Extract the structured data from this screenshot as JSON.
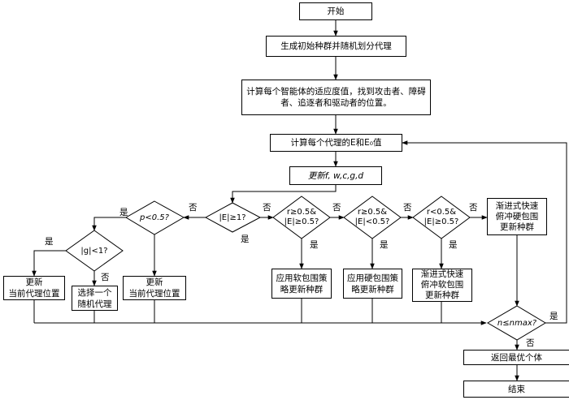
{
  "nodes": {
    "start": "开始",
    "init": "生成初始种群并随机划分代理",
    "fitness": "计算每个智能体的适应度值，找到攻击者、障碍者、追逐者和驱动者的位置。",
    "compute_e": "计算每个代理的E和E₀值",
    "update_params": "更新f, w,c,g,d",
    "cond_e": "|E|≥1?",
    "cond_p": "p<0.5?",
    "cond_g": "|g|<1?",
    "cond_r1": "r≥0.5&\n|E|≥0.5?",
    "cond_r2": "r≥0.5&\n|E|<0.5?",
    "cond_r3": "r<0.5&\n|E|≥0.5?",
    "update_current": "更新\n当前代理位置",
    "select_random": "选择一个\n随机代理",
    "update_agent": "更新\n当前代理位置",
    "soft_besiege": "应用软包围策\n略更新种群",
    "hard_besiege": "应用硬包围策\n略更新种群",
    "soft_dive": "渐进式快速\n俯冲软包围\n更新种群",
    "hard_dive": "渐进式快速\n俯冲硬包围\n更新种群",
    "cond_iter": "n≤nmax?",
    "return_best": "返回最优个体",
    "end": "结束"
  },
  "labels": {
    "yes": "是",
    "no": "否"
  }
}
